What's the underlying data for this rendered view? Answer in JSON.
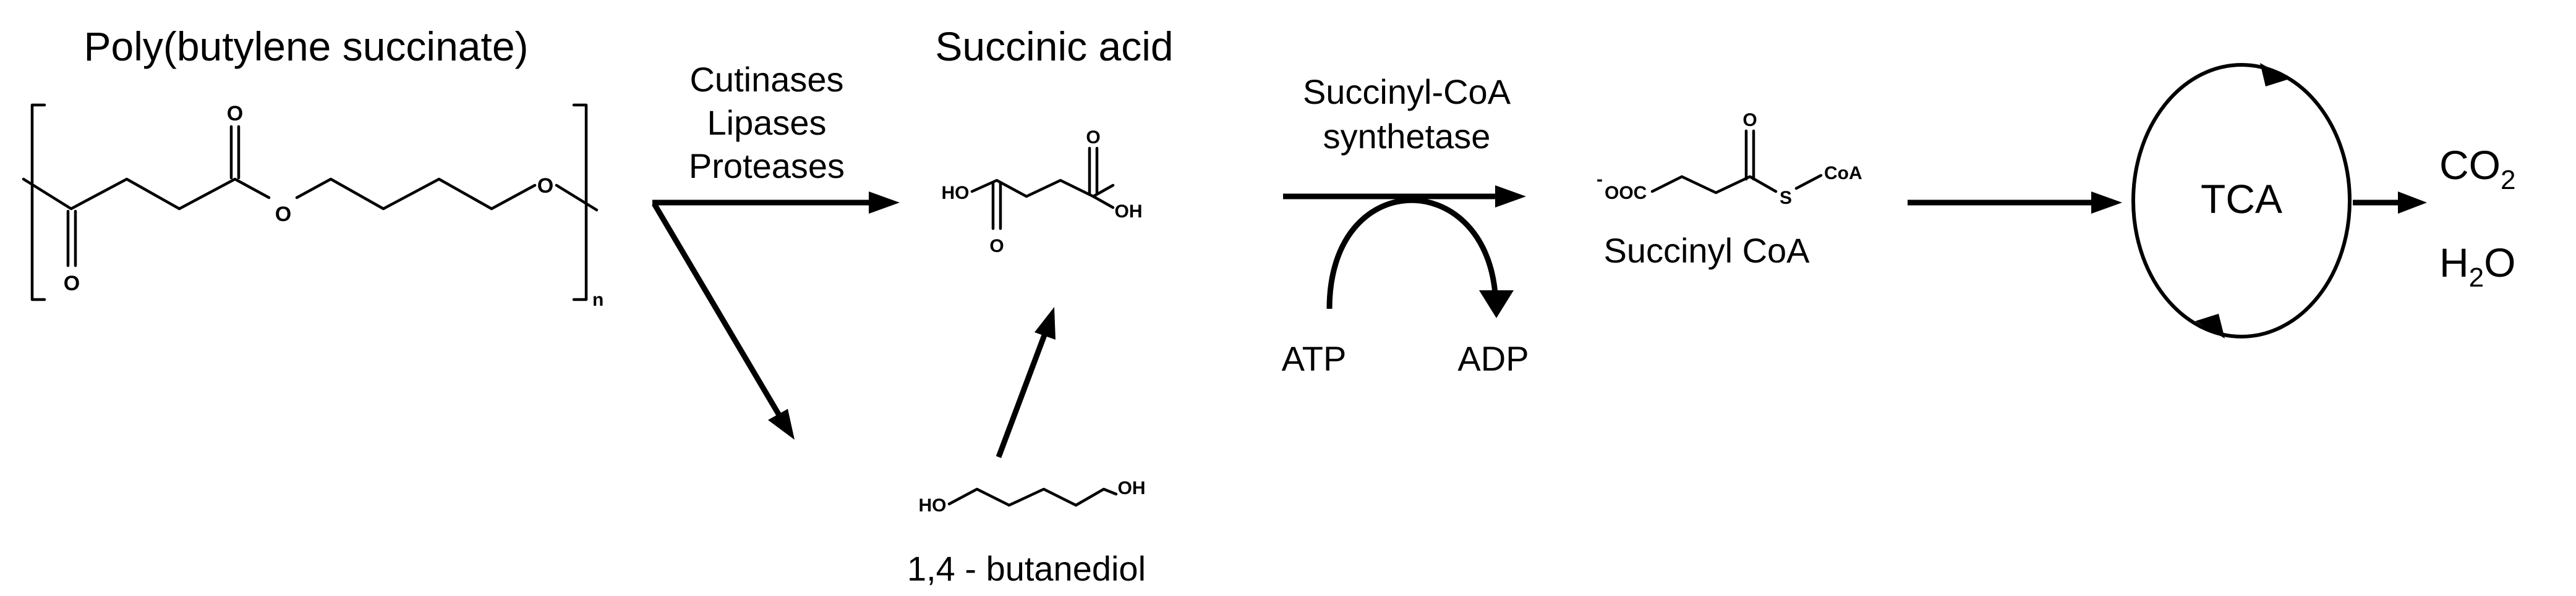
{
  "labels": {
    "polymer_name": "Poly(butylene succinate)",
    "enzymes": [
      "Cutinases",
      "Lipases",
      "Proteases"
    ],
    "succinic_acid": "Succinic acid",
    "butanediol": "1,4 - butanediol",
    "synthetase_line1": "Succinyl-CoA",
    "synthetase_line2": "synthetase",
    "atp": "ATP",
    "adp": "ADP",
    "succinyl_coa": "Succinyl CoA",
    "tca": "TCA",
    "co2": {
      "base": "CO",
      "sub": "2"
    },
    "h2o": {
      "base": "H",
      "sub": "2",
      "rest": "O"
    }
  },
  "atoms": {
    "pbs_o_top": "O",
    "pbs_o_bottom": "O",
    "pbs_o_ester": "O",
    "pbs_o_end": "O",
    "pbs_n": "n",
    "sa_ho": "HO",
    "sa_oh": "OH",
    "sa_o_top": "O",
    "sa_o_bottom": "O",
    "bd_ho": "HO",
    "bd_oh": "OH",
    "sc_charge": "-",
    "sc_ooc": "OOC",
    "sc_o": "O",
    "sc_s": "S",
    "sc_coa": "CoA"
  }
}
